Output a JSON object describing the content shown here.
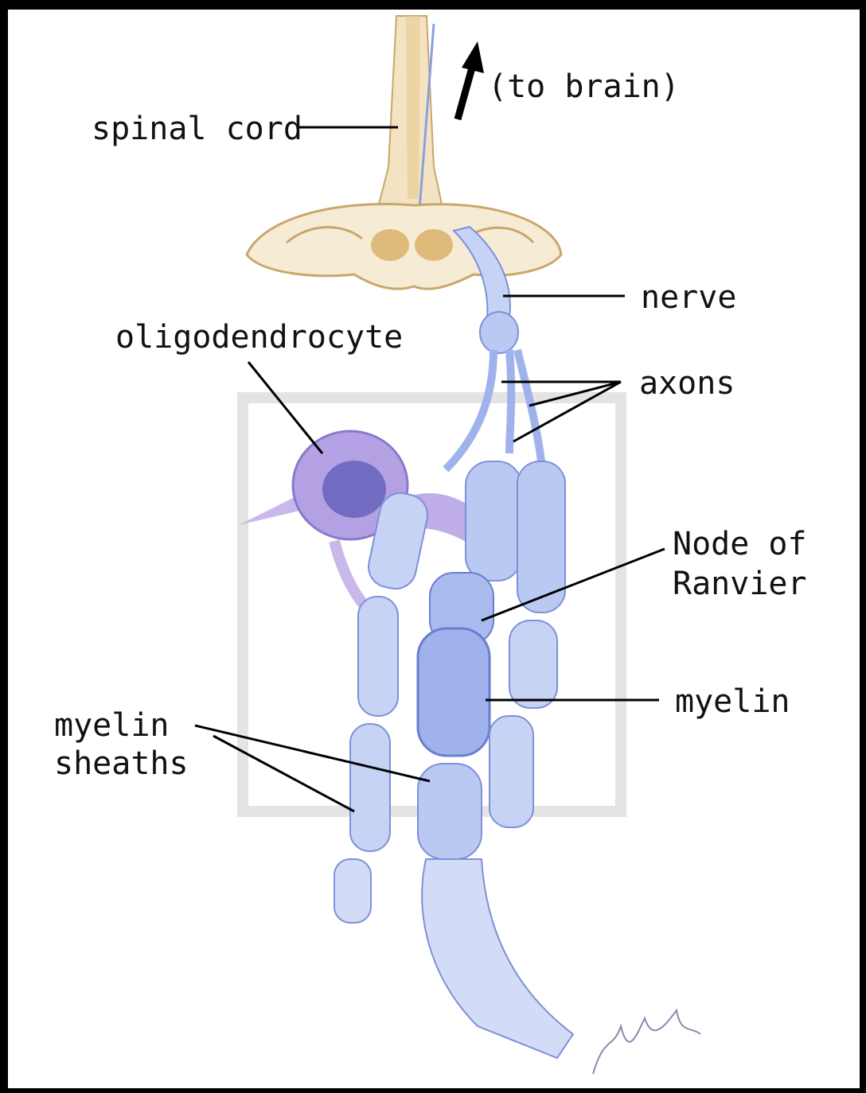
{
  "labels": {
    "to_brain": "(to brain)",
    "spinal_cord": "spinal cord",
    "nerve": "nerve",
    "oligodendrocyte": "oligodendrocyte",
    "axons": "axons",
    "node_of_ranvier_line1": "Node of",
    "node_of_ranvier_line2": "Ranvier",
    "myelin": "myelin",
    "myelin_sheaths_line1": "myelin",
    "myelin_sheaths_line2": "sheaths"
  },
  "colors": {
    "frame": "#000000",
    "spinal_cord": "#f3e3c2",
    "gray_matter": "#d9b26b",
    "myelin": "#b9c9f2",
    "myelin_dark": "#7f90d9",
    "oligodendrocyte": "#a896dc",
    "nucleus": "#5b5bb5"
  }
}
